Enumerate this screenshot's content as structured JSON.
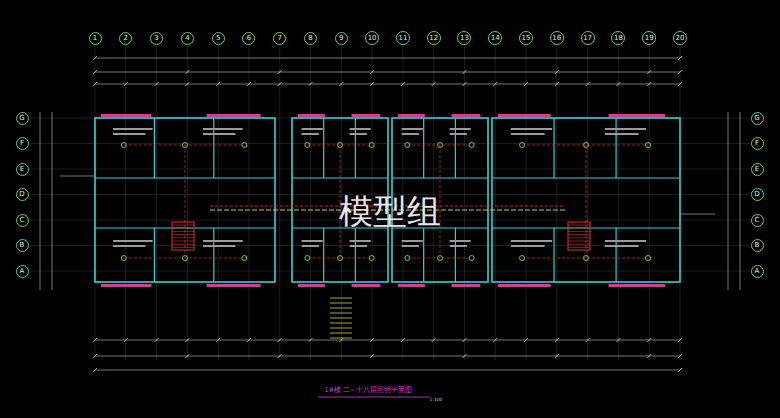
{
  "diagram": {
    "nodes": [
      {
        "text": [
          "1"
        ]
      },
      {
        "text": [
          "2"
        ]
      },
      {
        "text": [
          "3"
        ]
      },
      {
        "text": [
          "4"
        ]
      },
      {
        "text": [
          "5"
        ]
      },
      {
        "text": [
          "6"
        ]
      },
      {
        "text": [
          "7"
        ]
      },
      {
        "text": [
          "8"
        ]
      },
      {
        "text": [
          "9"
        ]
      },
      {
        "text": [
          "10"
        ]
      },
      {
        "text": [
          "11"
        ]
      },
      {
        "text": [
          "12"
        ]
      },
      {
        "text": [
          "13"
        ]
      },
      {
        "text": [
          "14"
        ]
      },
      {
        "text": [
          "15"
        ]
      },
      {
        "text": [
          "16"
        ]
      },
      {
        "text": [
          "17"
        ]
      },
      {
        "text": [
          "18"
        ]
      },
      {
        "text": [
          "19"
        ]
      },
      {
        "text": [
          "20"
        ]
      },
      {
        "text": [
          "G"
        ]
      },
      {
        "text": [
          "F"
        ]
      },
      {
        "text": [
          "E"
        ]
      },
      {
        "text": [
          "D"
        ]
      },
      {
        "text": [
          "C"
        ]
      },
      {
        "text": [
          "B"
        ]
      },
      {
        "text": [
          "A"
        ]
      },
      {
        "text": [
          "G"
        ]
      },
      {
        "text": [
          "F"
        ]
      },
      {
        "text": [
          "E"
        ]
      },
      {
        "text": [
          "D"
        ]
      },
      {
        "text": [
          "C"
        ]
      },
      {
        "text": [
          "B"
        ]
      },
      {
        "text": [
          "A"
        ]
      }
    ],
    "labels": [
      "模型组",
      "1#楼 二~十八层照明平面图",
      "1:100"
    ]
  }
}
